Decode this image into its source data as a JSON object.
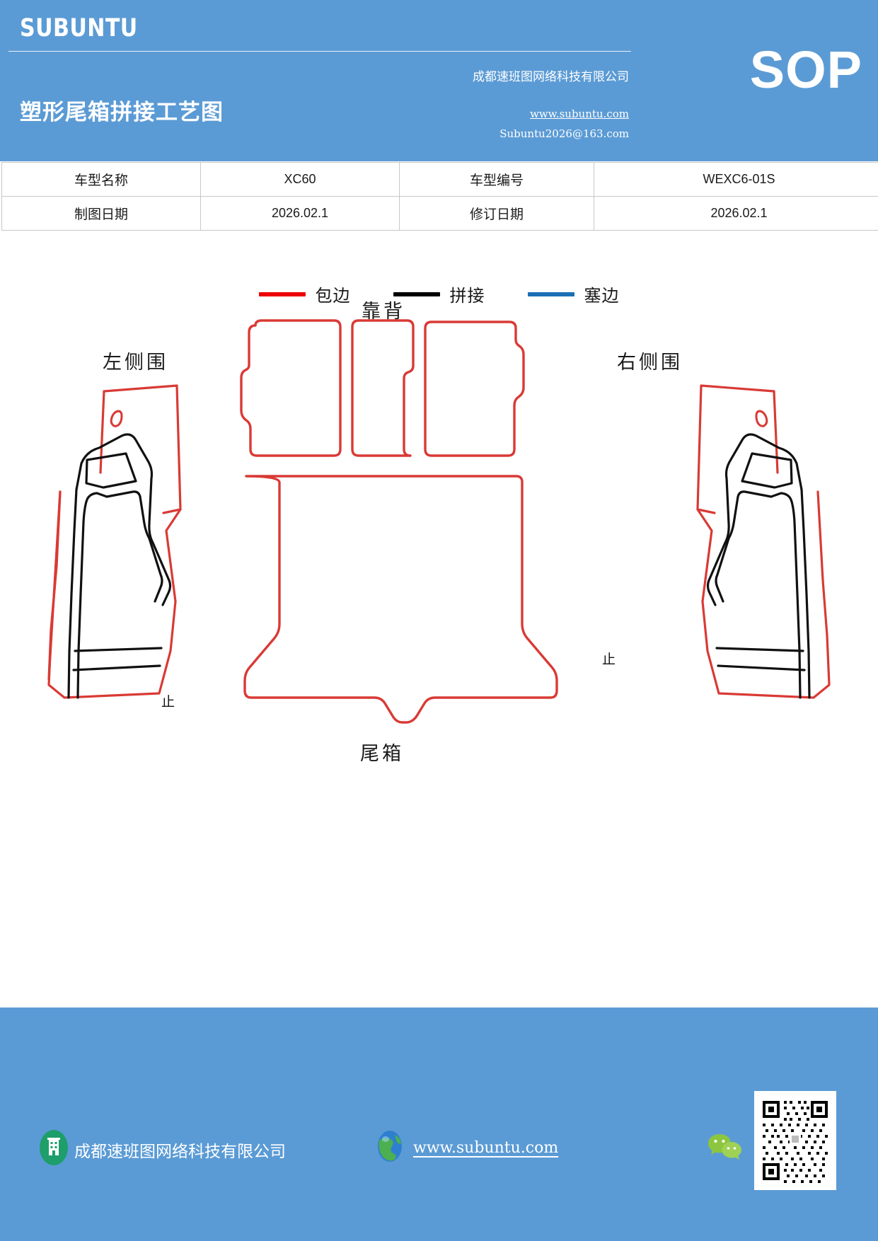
{
  "header": {
    "brand": "SUBUNTU",
    "doc_title": "塑形尾箱拼接工艺图",
    "company": "成都速班图网络科技有限公司",
    "website": "www.subuntu.com",
    "email": "Subuntu2026@163.com",
    "badge": "SOP",
    "bg_color": "#5b9bd5"
  },
  "info_table": {
    "rows": [
      {
        "label1": "车型名称",
        "value1": "XC60",
        "label2": "车型编号",
        "value2": "WEXC6-01S"
      },
      {
        "label1": "制图日期",
        "value1": "2026.02.1",
        "label2": "修订日期",
        "value2": "2026.02.1"
      }
    ]
  },
  "legend": {
    "items": [
      {
        "label": "包边",
        "color": "#ee0000",
        "meaning": "binding-edge"
      },
      {
        "label": "拼接",
        "color": "#000000",
        "meaning": "seam-splice"
      },
      {
        "label": "塞边",
        "color": "#1a6fb4",
        "meaning": "tuck-edge"
      }
    ]
  },
  "diagram": {
    "parts": [
      {
        "id": "left-side-panel",
        "label": "左侧围"
      },
      {
        "id": "right-side-panel",
        "label": "右侧围"
      },
      {
        "id": "backrest",
        "label": "靠背"
      },
      {
        "id": "trunk-floor",
        "label": "尾箱"
      }
    ],
    "marks": [
      {
        "id": "left-stop-mark",
        "text": "止"
      },
      {
        "id": "right-stop-mark",
        "text": "止"
      }
    ]
  },
  "footer": {
    "company": "成都速班图网络科技有限公司",
    "website": "www.subuntu.com",
    "icons": {
      "company": "building-icon",
      "globe": "globe-icon",
      "wechat": "wechat-icon",
      "qr": "qr-code-icon"
    },
    "bg_color": "#5b9bd5"
  }
}
